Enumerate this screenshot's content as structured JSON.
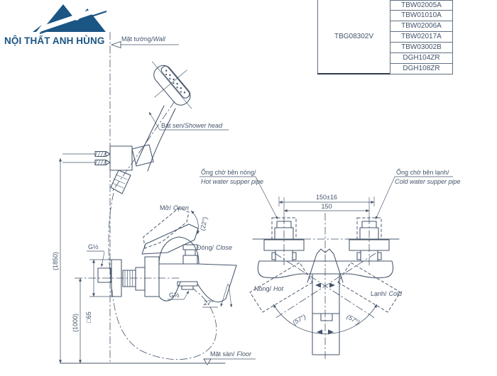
{
  "colors": {
    "line": "#44546a",
    "brand": "#1b5583",
    "table_border": "#5f7082"
  },
  "brand": {
    "name": "NỘI THẤT ANH HÙNG"
  },
  "product_table": {
    "main_code": "TBG08302V",
    "accessory_codes": [
      "TBW02005A",
      "TBW01010A",
      "TBW02006A",
      "TBW02017A",
      "TBW03002B",
      "DGH104ZR",
      "DGH108ZR"
    ]
  },
  "labels": {
    "wall_vi": "Mặt tường/",
    "wall_en": "Wall",
    "floor_vi": "Mặt sàn/",
    "floor_en": "Floor",
    "shower_vi": "Bát sen/",
    "shower_en": "Shower head",
    "open_vi": "Mở/",
    "open_en": "Open",
    "close_vi": "Đóng/",
    "close_en": "Close",
    "hot_vi": "Nóng/",
    "hot_en": "Hot",
    "cold_vi": "Lạnh/",
    "cold_en": "Cold",
    "hot_pipe_vi": "Ống chờ bên nóng/",
    "hot_pipe_en": "Hot water supper pipe",
    "cold_pipe_vi": "Ống chờ bên lạnh/",
    "cold_pipe_en": "Cold water supper pipe"
  },
  "dimensions": {
    "shower_height": "(1850)",
    "valve_height": "(1000)",
    "plate_size": "□65",
    "pipe_distance_tol": "150±16",
    "pipe_distance": "150",
    "open_angle": "(22°)",
    "spout_angle": "27°",
    "swing_left": "(57°)",
    "swing_right": "(57°)",
    "g_wall": "G½",
    "g_outlet": "G½"
  }
}
